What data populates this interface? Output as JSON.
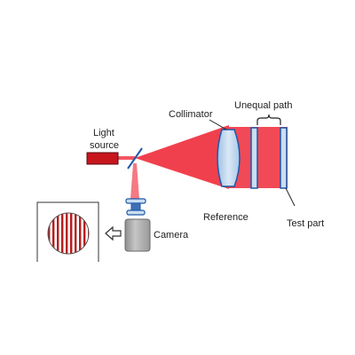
{
  "labels": {
    "light_source_line1": "Light",
    "light_source_line2": "source",
    "collimator": "Collimator",
    "unequal_path": "Unequal path",
    "reference": "Reference",
    "test_part": "Test part",
    "camera": "Camera"
  },
  "colors": {
    "beam": "#ef1f2e",
    "light_source": "#c8161d",
    "glass_fill": "#c9def0",
    "glass_stroke": "#1e58a8",
    "camera_body": "#a8a8a8",
    "fringe": "#b81c1c"
  },
  "icons": {
    "arrow": "hollow-left-arrow"
  }
}
